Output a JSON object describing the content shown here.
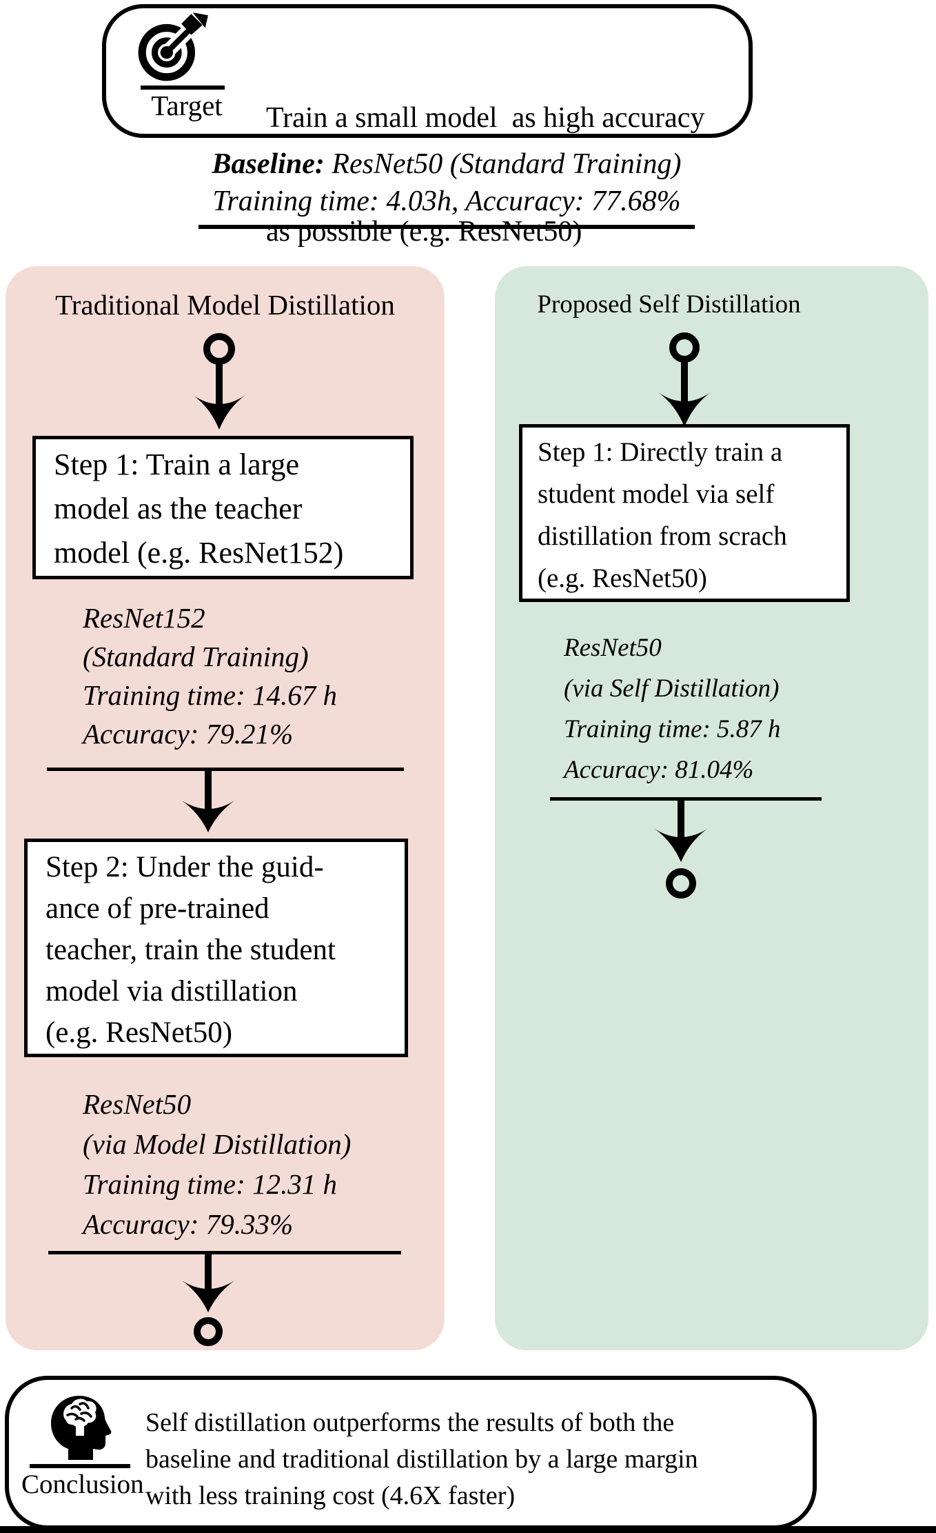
{
  "colors": {
    "panel_pink": "#f4dcd6",
    "panel_green": "#d6e8dc",
    "ink": "#000000",
    "paper": "#ffffff"
  },
  "icons": {
    "target": "bullseye-dart-icon",
    "conclusion": "head-brain-icon",
    "connector": "circle-pin-down-arrow",
    "flow_arrow": "curved-down-arrow",
    "end_pin": "down-arrow-to-circle"
  },
  "target": {
    "icon_label": "Target",
    "line1": "Train a small model  as high accuracy",
    "line2": "as possible (e.g. ResNet50)"
  },
  "baseline": {
    "label": "Baseline:",
    "rest": " ResNet50 (Standard Training)",
    "line2": "Training time: 4.03h, Accuracy: 77.68%"
  },
  "left_panel": {
    "title": "Traditional Model Distillation",
    "step1_lines": [
      "Step 1: Train a large",
      "model as the teacher",
      "model (e.g. ResNet152)"
    ],
    "stats1_lines": [
      "ResNet152",
      "(Standard Training)",
      "Training time: 14.67 h",
      "Accuracy: 79.21%"
    ],
    "step2_lines": [
      "Step 2: Under the guid-",
      "ance of pre-trained",
      "teacher, train the student",
      "model via distillation",
      "(e.g. ResNet50)"
    ],
    "stats2_lines": [
      "ResNet50",
      "(via Model Distillation)",
      "Training time: 12.31 h",
      "Accuracy: 79.33%"
    ]
  },
  "right_panel": {
    "title": "Proposed Self Distillation",
    "step1_lines": [
      "Step 1: Directly train a",
      "student model via self",
      "distillation from scrach",
      "(e.g. ResNet50)"
    ],
    "stats1_lines": [
      "ResNet50",
      "(via Self Distillation)",
      "Training time: 5.87 h",
      "Accuracy: 81.04%"
    ]
  },
  "conclusion": {
    "icon_label": "Conclusion",
    "lines": [
      "Self distillation outperforms the results of both the",
      "baseline and traditional distillation by a large margin",
      "with less training cost (4.6X faster)"
    ]
  }
}
